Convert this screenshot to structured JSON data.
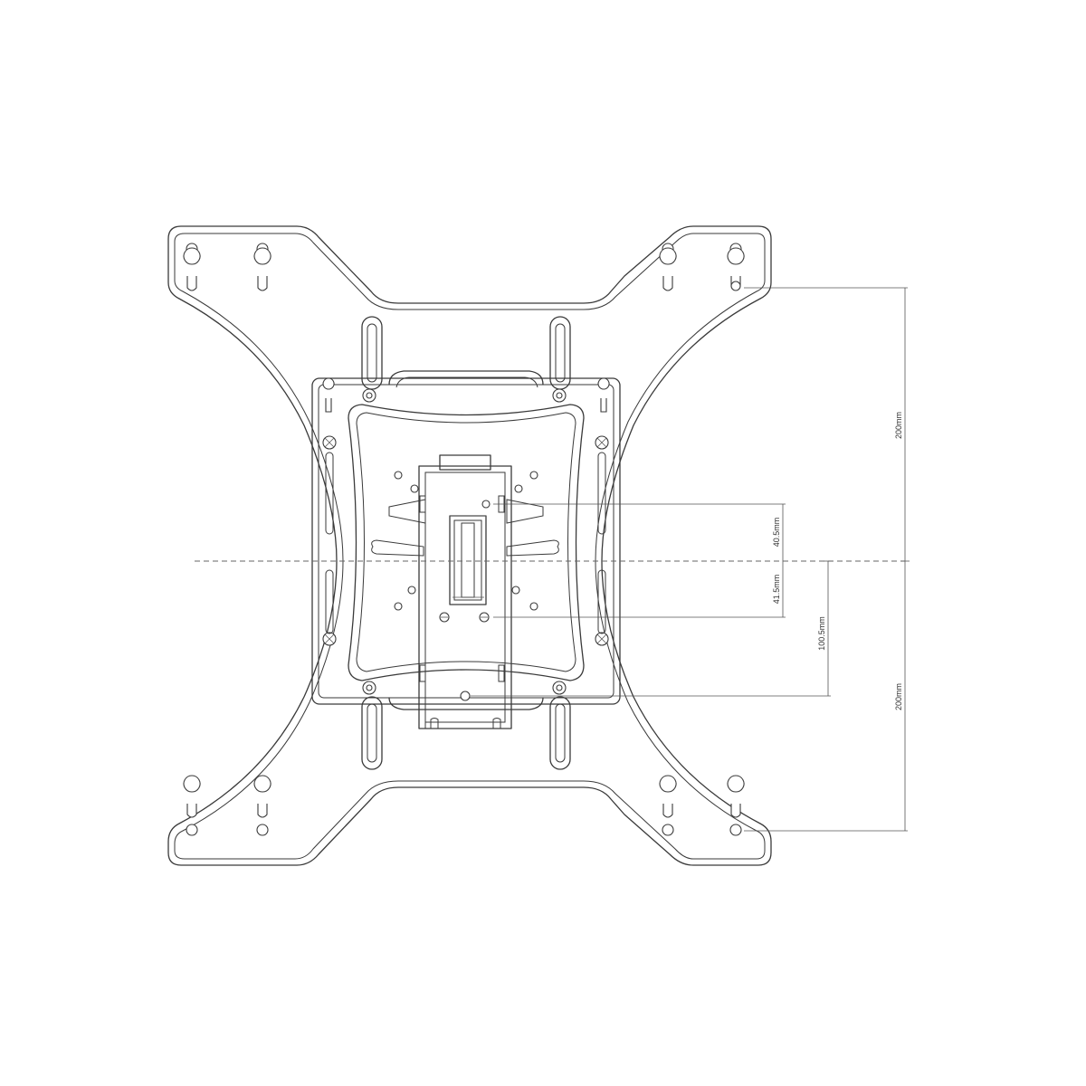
{
  "dimensions": {
    "top_vesa": "200mm",
    "bottom_vesa": "200mm",
    "upper_offset": "40.5mm",
    "lower_offset": "41.5mm",
    "pivot_offset": "100.5mm"
  },
  "colors": {
    "line": "#3a3a3a",
    "background": "#ffffff"
  }
}
